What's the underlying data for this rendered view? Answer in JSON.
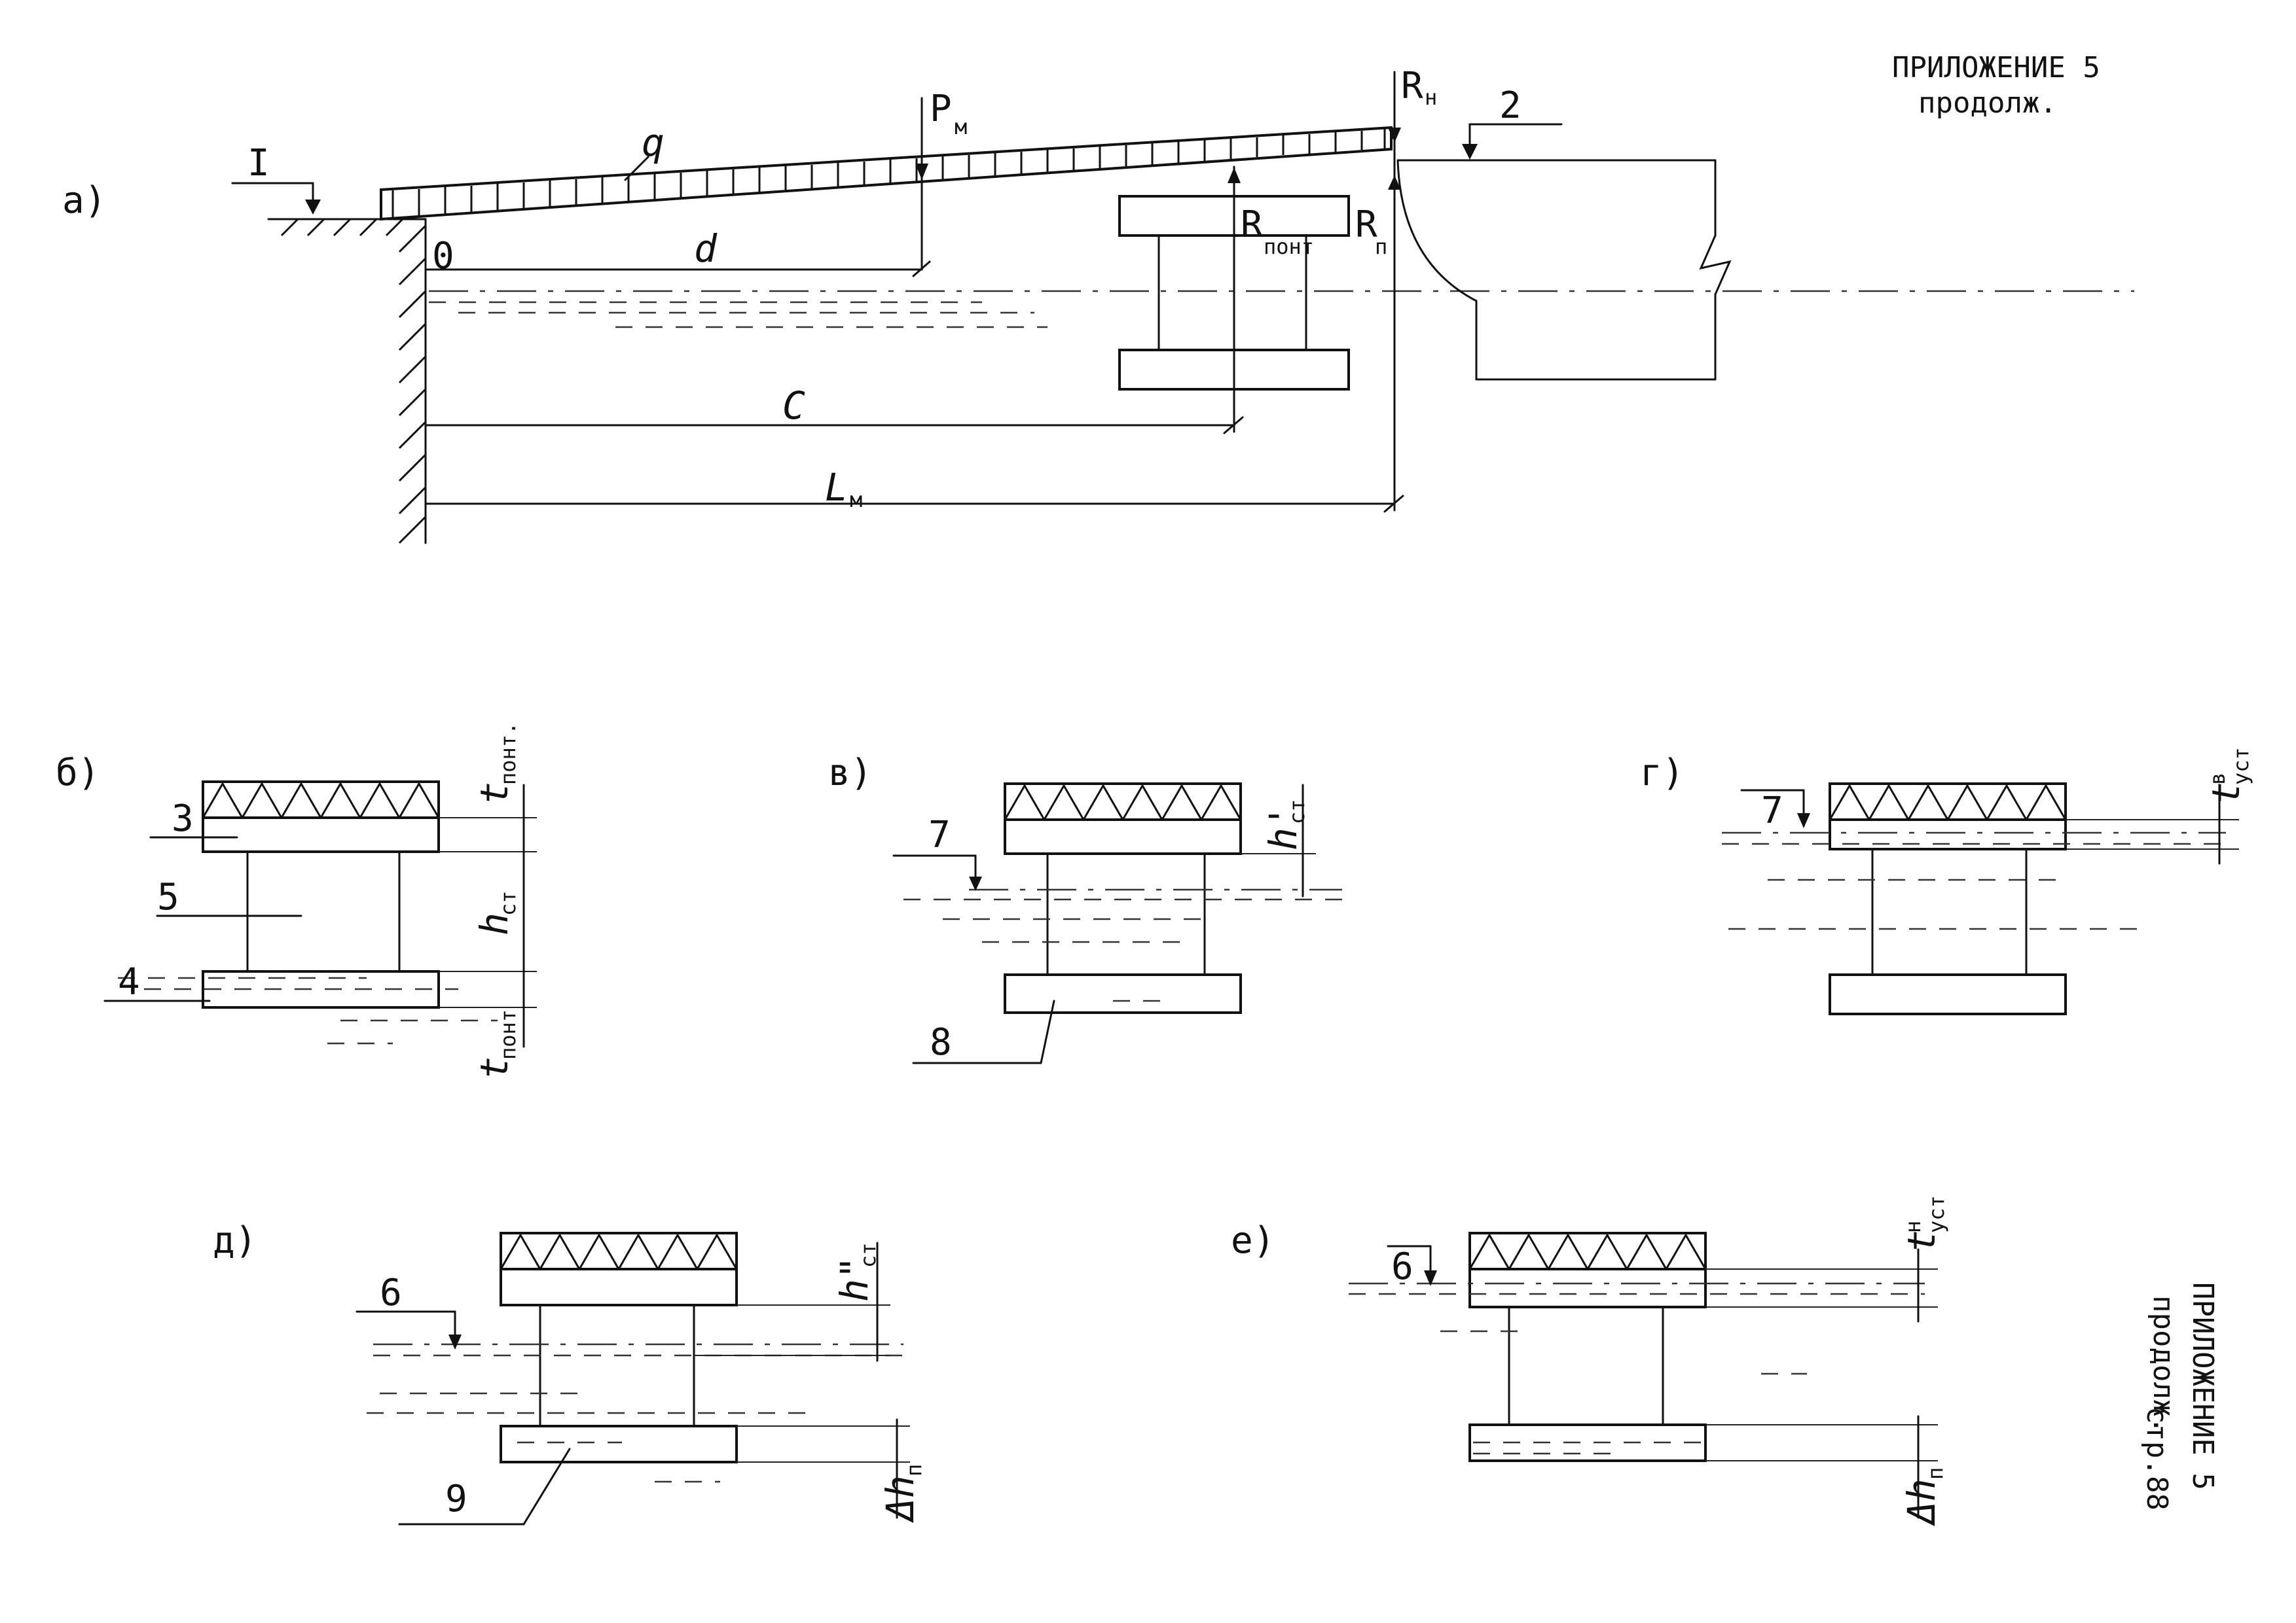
{
  "header": {
    "title": "ПРИЛОЖЕНИЕ 5",
    "subtitle": "продолж."
  },
  "side_note": {
    "title": "ПРИЛОЖЕНИЕ 5",
    "subtitle": "продолж.",
    "page": "стр.88"
  },
  "diagram_a": {
    "label": "а)",
    "level_1": "I",
    "level_2": "2",
    "origin": "0",
    "load_q": "q",
    "force_p": "P",
    "force_p_sub": "м",
    "dim_d": "d",
    "dim_c": "C",
    "dim_l": "L",
    "dim_l_sub": "м",
    "r_pont": "R",
    "r_pont_sub": "понт",
    "r_p": "R",
    "r_p_sub": "п",
    "r_n": "R",
    "r_n_sub": "н"
  },
  "diagram_b": {
    "label": "б)",
    "callouts": [
      "3",
      "5",
      "4"
    ],
    "dim_top": "t",
    "dim_top_sub": "понт.",
    "dim_mid": "h",
    "dim_mid_sub": "ст",
    "dim_bot": "t",
    "dim_bot_sub": "понт"
  },
  "diagram_v": {
    "label": "в)",
    "callouts": [
      "7",
      "8"
    ],
    "dim": "h'",
    "dim_sub": "ст"
  },
  "diagram_g": {
    "label": "г)",
    "callouts": [
      "7"
    ],
    "dim": "t",
    "dim_sup": "в",
    "dim_sub": "уст"
  },
  "diagram_d": {
    "label": "д)",
    "callouts": [
      "6",
      "9"
    ],
    "dim_top": "h\"",
    "dim_top_sub": "ст",
    "dim_bot": "Δh",
    "dim_bot_sub": "п"
  },
  "diagram_e": {
    "label": "е)",
    "callouts": [
      "6"
    ],
    "dim_top": "t",
    "dim_top_sup": "н",
    "dim_top_sub": "уст",
    "dim_bot": "Δh",
    "dim_bot_sub": "п"
  },
  "colors": {
    "ink": "#111111",
    "paper": "#ffffff"
  }
}
